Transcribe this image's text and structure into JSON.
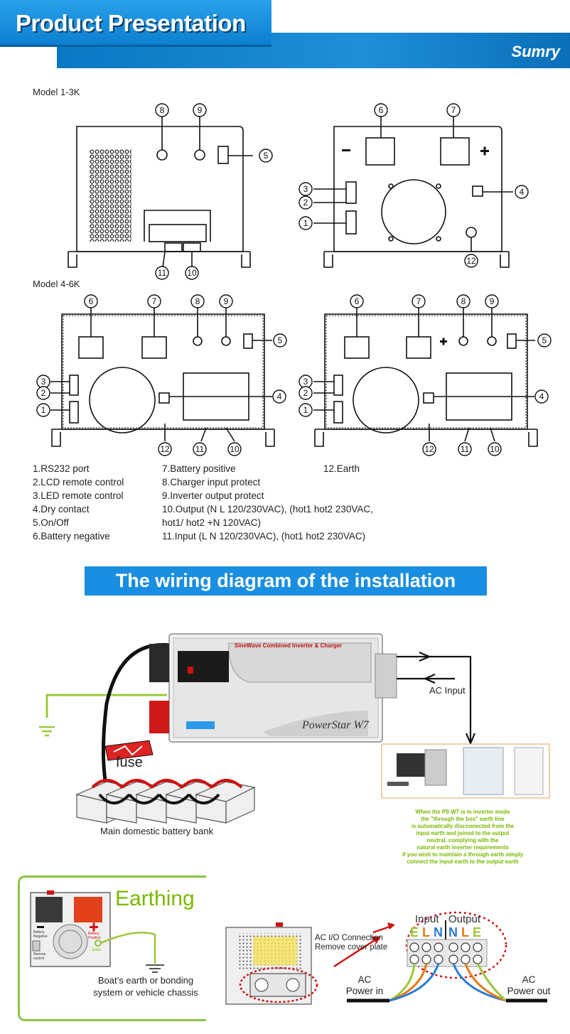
{
  "header": {
    "title": "Product Presentation",
    "brand": "Sumry"
  },
  "models": [
    {
      "label": "Model 1-3K"
    },
    {
      "label": "Model 4-6K"
    }
  ],
  "callout_numbers": [
    "1",
    "2",
    "3",
    "4",
    "5",
    "6",
    "7",
    "8",
    "9",
    "10",
    "11",
    "12"
  ],
  "legend": {
    "col1": [
      "1.RS232 port",
      "2.LCD remote control",
      "3.LED remote control",
      "4.Dry contact",
      "5.On/Off",
      "6.Battery negative"
    ],
    "col2": [
      "7.Battery positive",
      "8.Charger input protect",
      "9.Inverter output protect",
      "10.Output (N L 120/230VAC), (hot1 hot2 230VAC,",
      " hot1/ hot2 +N 120VAC)",
      "11.Input (L N 120/230VAC), (hot1 hot2 230VAC)"
    ],
    "col3": [
      "12.Earth"
    ]
  },
  "wiring": {
    "section_title": "The wiring diagram of the installation",
    "inverter_title": "SineWave Combined Inverter & Charger",
    "inverter_brand": "PowerStar W7",
    "fuse_label": "fuse",
    "ac_input_label": "AC Input",
    "battery_bank_label": "Main domestic battery bank",
    "note_lines": [
      "When the  PS W7 is in inverter mode",
      "the  \"through the box\" earth line",
      "is automatically disconnected from the",
      "input earth and joined to the output",
      "neutral, complying with the",
      "natural earth inverter requirements",
      "if you wish to maintain a through earth simply",
      "connect the input earth to the output earth"
    ]
  },
  "earthing": {
    "title": "Earthing",
    "battery_negative": "Battery Negative",
    "battery_positive": "Battery Positive",
    "earth_small": "Earth",
    "remote_control": "Remote control",
    "boat_line1": "Boat’s earth or bonding",
    "boat_line2": "system or vehicle chassis"
  },
  "ac_io": {
    "connection_line1": "AC  I/O Connection",
    "connection_line2": "Remove cover plate",
    "input_label": "Input",
    "output_label": "Output",
    "terminals": [
      "E",
      "L",
      "N",
      "N",
      "L",
      "E"
    ],
    "power_in_line1": "AC",
    "power_in_line2": "Power in",
    "power_out_line1": "AC",
    "power_out_line2": "Power out"
  },
  "colors": {
    "accent": "#1a8ee0",
    "earth_green": "#7ab800",
    "alert_red": "#d01010"
  }
}
